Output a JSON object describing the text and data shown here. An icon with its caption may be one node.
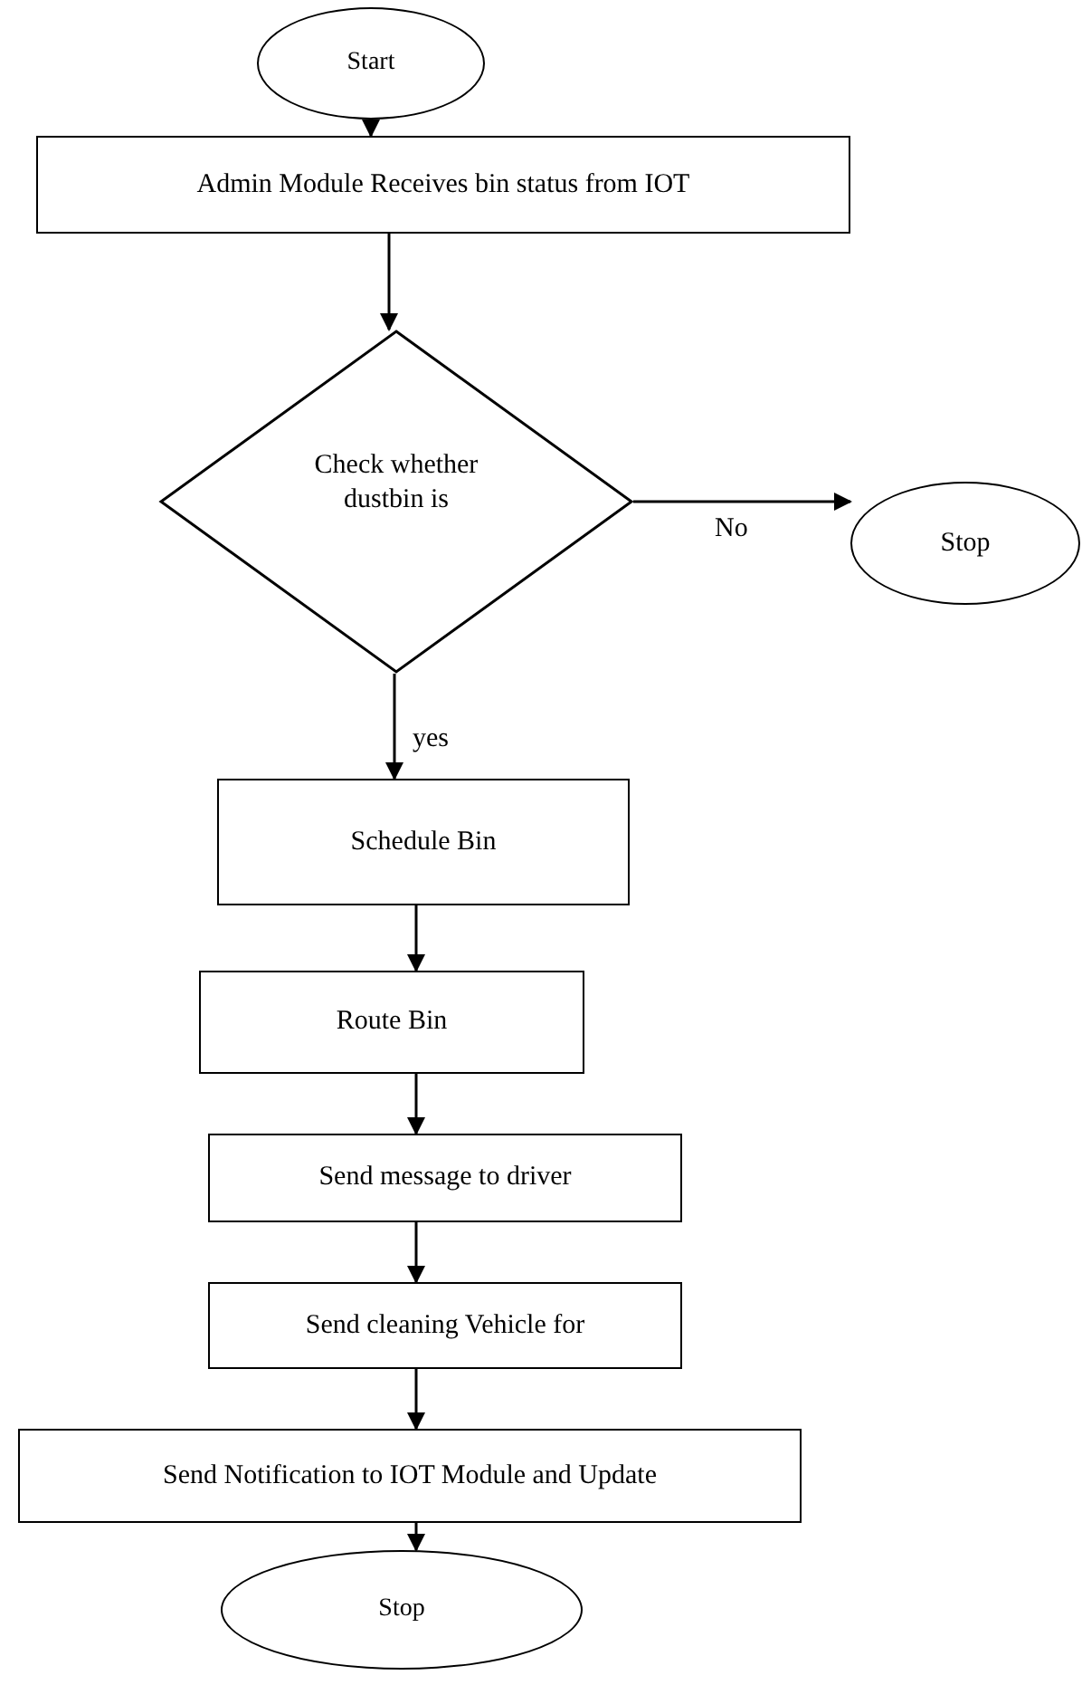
{
  "diagram": {
    "nodes": [
      {
        "text": [
          "Start"
        ]
      },
      {
        "text": [
          "Admin Module Receives bin status from IOT"
        ]
      },
      {
        "text": [
          "Check whether dustbin is"
        ]
      },
      {
        "text": [
          "Stop"
        ]
      },
      {
        "text": [
          "Schedule Bin"
        ]
      },
      {
        "text": [
          "Route Bin"
        ]
      },
      {
        "text": [
          "Send message to driver"
        ]
      },
      {
        "text": [
          "Send cleaning Vehicle for"
        ]
      },
      {
        "text": [
          "Send Notification to IOT Module and Update"
        ]
      },
      {
        "text": [
          "Stop"
        ]
      }
    ],
    "edges": [
      {
        "from": 0,
        "to": 1,
        "arrow": "to"
      },
      {
        "from": 1,
        "to": 2,
        "arrow": "to"
      },
      {
        "from": 2,
        "to": 3,
        "arrow": "to",
        "label": "No"
      },
      {
        "from": 2,
        "to": 4,
        "arrow": "to",
        "label": "yes"
      },
      {
        "from": 4,
        "to": 5,
        "arrow": "to"
      },
      {
        "from": 5,
        "to": 6,
        "arrow": "to"
      },
      {
        "from": 6,
        "to": 7,
        "arrow": "to"
      },
      {
        "from": 7,
        "to": 8,
        "arrow": "to"
      },
      {
        "from": 8,
        "to": 9,
        "arrow": "to"
      }
    ]
  }
}
